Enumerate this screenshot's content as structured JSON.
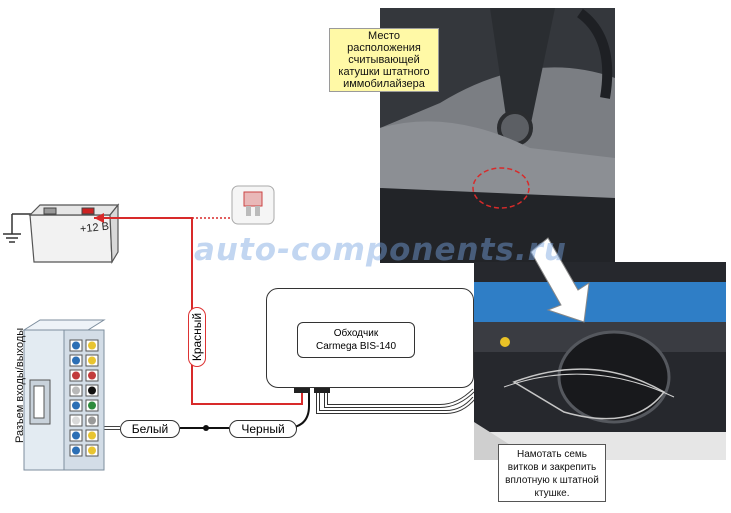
{
  "diagram": {
    "callout_immobilizer": [
      "Место расположения",
      "считывающей",
      "катушки штатного",
      "иммобилайзера"
    ],
    "callout_wrap": "Намотать семь витков и закрепить вплотную к штатной ктушке.",
    "device_title": "Обходчик",
    "device_model": "Carmega BIS-140",
    "battery_label": "+12 В",
    "wire_red": "Красный",
    "wire_white": "Белый",
    "wire_black": "Черный",
    "connector_label": "Разъем входы/выходы",
    "watermark": "auto-components.ru"
  },
  "colors": {
    "red_wire": "#d82a2a",
    "black_wire": "#111111",
    "watermark": "#7aa6e0",
    "callout_bg": "#fff9a6"
  },
  "icons": {
    "battery": "battery-icon",
    "fuse": "fuse-icon",
    "ground": "ground-icon",
    "arrow": "down-arrow-icon"
  }
}
